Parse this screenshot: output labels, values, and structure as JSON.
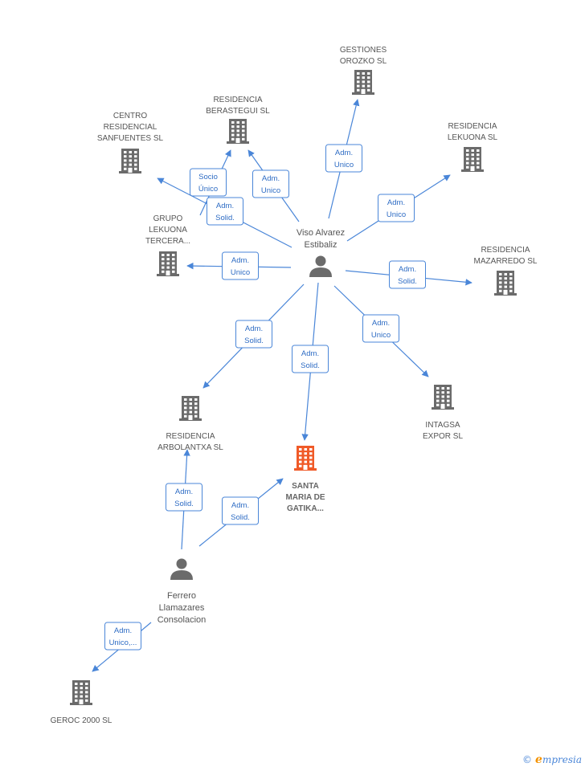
{
  "nodes": [
    {
      "id": "gestiones",
      "kind": "company",
      "lines": [
        "GESTIONES",
        "OROZKO SL"
      ]
    },
    {
      "id": "berastegui",
      "kind": "company",
      "lines": [
        "RESIDENCIA",
        "BERASTEGUI SL"
      ]
    },
    {
      "id": "sanfuentes",
      "kind": "company",
      "lines": [
        "CENTRO",
        "RESIDENCIAL",
        "SANFUENTES SL"
      ]
    },
    {
      "id": "lekuona",
      "kind": "company",
      "lines": [
        "RESIDENCIA",
        "LEKUONA SL"
      ]
    },
    {
      "id": "grupo",
      "kind": "company",
      "lines": [
        "GRUPO",
        "LEKUONA",
        "TERCERA..."
      ]
    },
    {
      "id": "mazarredo",
      "kind": "company",
      "lines": [
        "RESIDENCIA",
        "MAZARREDO  SL"
      ]
    },
    {
      "id": "intagsa",
      "kind": "company",
      "lines": [
        "INTAGSA",
        "EXPOR SL"
      ]
    },
    {
      "id": "arbolantxa",
      "kind": "company",
      "lines": [
        "RESIDENCIA",
        "ARBOLANTXA SL"
      ]
    },
    {
      "id": "santamaria",
      "kind": "company",
      "highlight": true,
      "lines": [
        "SANTA",
        "MARIA DE",
        "GATIKA..."
      ]
    },
    {
      "id": "geroc",
      "kind": "company",
      "lines": [
        "GEROC 2000 SL"
      ]
    },
    {
      "id": "viso",
      "kind": "person",
      "lines": [
        "Viso Alvarez",
        "Estibaliz"
      ]
    },
    {
      "id": "ferrero",
      "kind": "person",
      "lines": [
        "Ferrero",
        "Llamazares",
        "Consolacion"
      ]
    }
  ],
  "edges": [
    {
      "from": "viso",
      "to": "gestiones",
      "lines": [
        "Adm.",
        "Unico"
      ]
    },
    {
      "from": "viso",
      "to": "berastegui",
      "lines": [
        "Adm.",
        "Unico"
      ]
    },
    {
      "from": "viso",
      "to": "berastegui",
      "lines": [
        "Socio",
        "Único"
      ]
    },
    {
      "from": "viso",
      "to": "sanfuentes",
      "lines": [
        "Adm.",
        "Solid."
      ]
    },
    {
      "from": "viso",
      "to": "lekuona",
      "lines": [
        "Adm.",
        "Unico"
      ]
    },
    {
      "from": "viso",
      "to": "grupo",
      "lines": [
        "Adm.",
        "Unico"
      ]
    },
    {
      "from": "viso",
      "to": "mazarredo",
      "lines": [
        "Adm.",
        "Solid."
      ]
    },
    {
      "from": "viso",
      "to": "intagsa",
      "lines": [
        "Adm.",
        "Unico"
      ]
    },
    {
      "from": "viso",
      "to": "arbolantxa",
      "lines": [
        "Adm.",
        "Solid."
      ]
    },
    {
      "from": "viso",
      "to": "santamaria",
      "lines": [
        "Adm.",
        "Solid."
      ]
    },
    {
      "from": "ferrero",
      "to": "arbolantxa",
      "lines": [
        "Adm.",
        "Solid."
      ]
    },
    {
      "from": "ferrero",
      "to": "santamaria",
      "lines": [
        "Adm.",
        "Solid."
      ]
    },
    {
      "from": "ferrero",
      "to": "geroc",
      "lines": [
        "Adm.",
        "Unico,..."
      ]
    }
  ],
  "colors": {
    "edge": "#4a86d8",
    "company": "#6b6b6b",
    "highlight": "#f05a28",
    "person": "#6b6b6b"
  },
  "footer": {
    "copyright": "©",
    "brand_initial": "e",
    "brand_rest": "mpresia"
  }
}
